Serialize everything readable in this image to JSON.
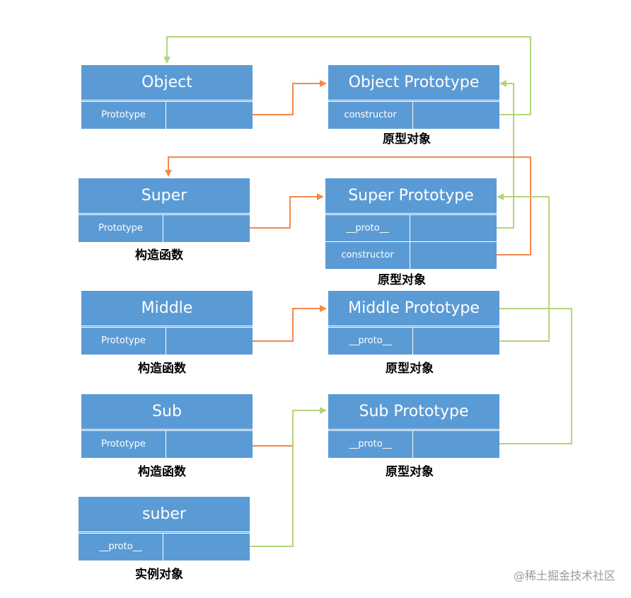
{
  "constructors": [
    {
      "id": "object",
      "title": "Object",
      "row_label": "Prototype",
      "caption": ""
    },
    {
      "id": "super",
      "title": "Super",
      "row_label": "Prototype",
      "caption": "构造函数"
    },
    {
      "id": "middle",
      "title": "Middle",
      "row_label": "Prototype",
      "caption": "构造函数"
    },
    {
      "id": "sub",
      "title": "Sub",
      "row_label": "Prototype",
      "caption": "构造函数"
    },
    {
      "id": "suber",
      "title": "suber",
      "row_label": "__proto__",
      "caption": "实例对象"
    }
  ],
  "prototypes": [
    {
      "id": "object-prototype",
      "title": "Object Prototype",
      "rows": [
        "constructor"
      ],
      "caption": "原型对象"
    },
    {
      "id": "super-prototype",
      "title": "Super Prototype",
      "rows": [
        "__proto__",
        "constructor"
      ],
      "caption": "原型对象"
    },
    {
      "id": "middle-prototype",
      "title": "Middle Prototype",
      "rows": [
        "__proto__"
      ],
      "caption": "原型对象"
    },
    {
      "id": "sub-prototype",
      "title": "Sub Prototype",
      "rows": [
        "__proto__"
      ],
      "caption": "原型对象"
    }
  ],
  "colors": {
    "box": "#5b9bd5",
    "prototype_link": "#f4894b",
    "proto_link": "#b5d47a"
  },
  "watermark": "@稀土掘金技术社区"
}
